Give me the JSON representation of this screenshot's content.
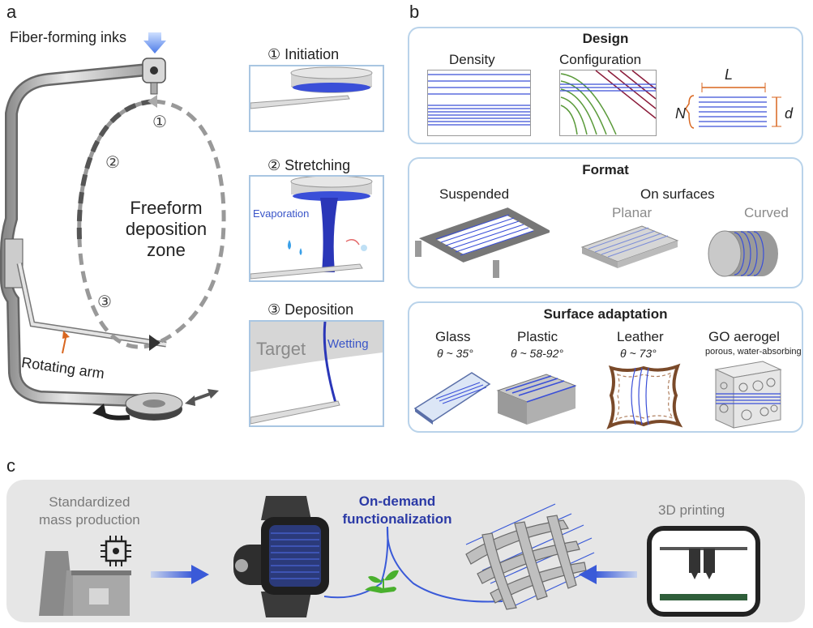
{
  "panel_a": {
    "letter": "a",
    "ink_label": "Fiber-forming inks",
    "zone_label": [
      "Freeform",
      "deposition",
      "zone"
    ],
    "arm_label": "Rotating arm",
    "step_markers": [
      "①",
      "②",
      "③"
    ],
    "steps": [
      {
        "title": "① Initiation"
      },
      {
        "title": "② Stretching",
        "note": "Evaporation"
      },
      {
        "title": "③ Deposition",
        "target": "Target",
        "note": "Wetting"
      }
    ]
  },
  "panel_b": {
    "letter": "b",
    "design": {
      "title": "Design",
      "density": "Density",
      "configuration": "Configuration",
      "L": "L",
      "N": "N",
      "d": "d"
    },
    "format": {
      "title": "Format",
      "suspended": "Suspended",
      "on_surfaces": "On surfaces",
      "planar": "Planar",
      "curved": "Curved"
    },
    "surface": {
      "title": "Surface adaptation",
      "items": [
        {
          "name": "Glass",
          "angle": "θ ~ 35°"
        },
        {
          "name": "Plastic",
          "angle": "θ ~ 58-92°"
        },
        {
          "name": "Leather",
          "angle": "θ ~ 73°"
        },
        {
          "name": "GO aerogel",
          "angle": "porous, water-absorbing"
        }
      ]
    }
  },
  "panel_c": {
    "letter": "c",
    "left_label": [
      "Standardized",
      "mass production"
    ],
    "center_label": [
      "On-demand",
      "functionalization"
    ],
    "right_label": "3D printing"
  },
  "colors": {
    "box_border": "#b9d3ea",
    "fiber_blue": "#3a55c8",
    "accent_text": "#2b3aa6",
    "gray_band": "#e6e6e6"
  }
}
